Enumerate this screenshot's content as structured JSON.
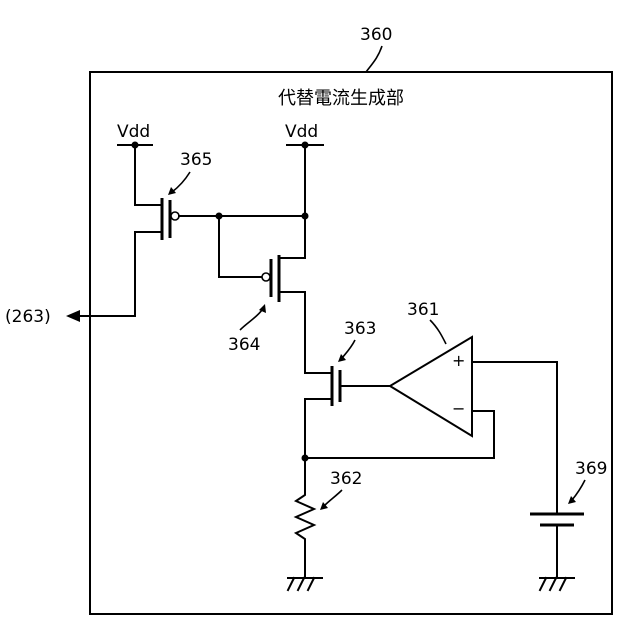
{
  "block": {
    "ref": "360",
    "title": "代替電流生成部"
  },
  "supplies": {
    "left": "Vdd",
    "right": "Vdd"
  },
  "output": {
    "label": "(263)"
  },
  "components": {
    "transistor_365": "365",
    "transistor_364": "364",
    "transistor_363": "363",
    "opamp_361": "361",
    "resistor_362": "362",
    "source_369": "369"
  },
  "opamp": {
    "plus": "+",
    "minus": "−"
  }
}
